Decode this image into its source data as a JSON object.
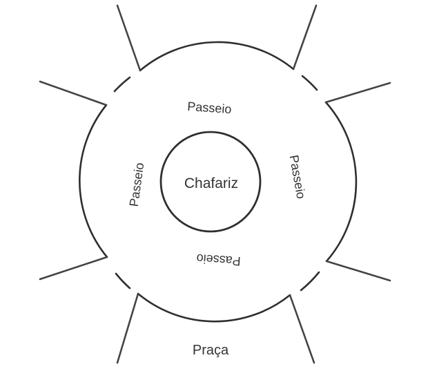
{
  "labels": {
    "center": "Chafariz",
    "walkway_top": "Passeio",
    "walkway_right": "Passeio",
    "walkway_bottom": "Passeio",
    "walkway_left": "Passeio",
    "square": "Praça"
  }
}
